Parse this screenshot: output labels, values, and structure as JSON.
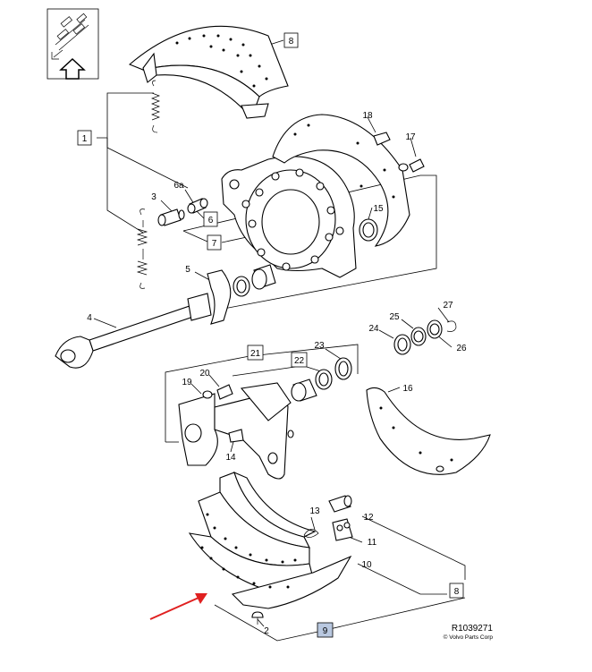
{
  "diagram": {
    "drawing_number": "R1039271",
    "copyright": "© Volvo Parts Corp",
    "highlight_color": "#b9c8e0",
    "arrow_color": "#e02020",
    "callouts": {
      "c1": "1",
      "c2": "2",
      "c3": "3",
      "c4": "4",
      "c5": "5",
      "c6": "6",
      "c6a": "6a",
      "c7": "7",
      "c8_top": "8",
      "c8_bottom": "8",
      "c9": "9",
      "c10": "10",
      "c11": "11",
      "c12": "12",
      "c13": "13",
      "c14": "14",
      "c15": "15",
      "c16": "16",
      "c17": "17",
      "c18": "18",
      "c19": "19",
      "c20": "20",
      "c21": "21",
      "c22": "22",
      "c23": "23",
      "c24": "24",
      "c25": "25",
      "c26": "26",
      "c27": "27"
    }
  }
}
